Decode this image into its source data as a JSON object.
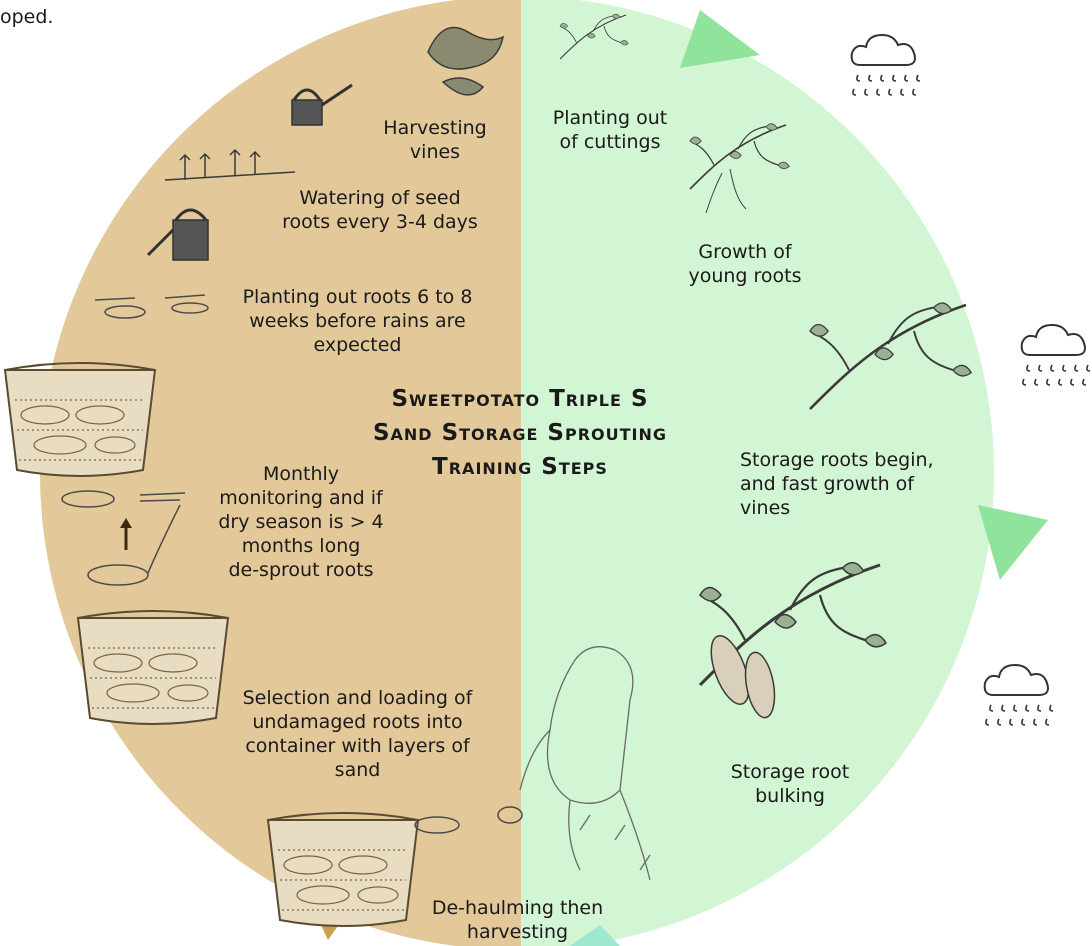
{
  "header_fragment": "oped.",
  "title_lines": [
    "Sweetpotato Triple S",
    "Sand Storage Sprouting",
    "Training Steps"
  ],
  "steps": {
    "harvesting_vines": [
      "Harvesting",
      "vines"
    ],
    "watering": [
      "Watering of seed",
      "roots every 3-4 days"
    ],
    "planting_roots": [
      "Planting out roots 6 to 8",
      "weeks before rains are",
      "expected"
    ],
    "monitoring": [
      "Monthly",
      "monitoring and if",
      "dry season is > 4",
      "months long",
      "de-sprout roots"
    ],
    "selection": [
      "Selection and loading of",
      "undamaged roots into",
      "container with layers of",
      "sand"
    ],
    "dehaulming": [
      "De-haulming then",
      "harvesting"
    ],
    "planting_cuttings": [
      "Planting out",
      "of cuttings"
    ],
    "young_roots": [
      "Growth of",
      "young roots"
    ],
    "storage_begin": [
      "Storage roots begin,",
      "and fast growth of",
      "vines"
    ],
    "bulking": [
      "Storage root",
      "bulking"
    ]
  },
  "colors": {
    "dry_half": "#e3c99a",
    "wet_half": "#d2f5d3",
    "dry_arrow": "#caa04c",
    "wet_arrow": "#8fe39b",
    "ink": "#4a4a4a"
  },
  "icons": [
    "watering-can-icon",
    "rain-cloud-icon",
    "sand-basket-icon",
    "plant-sketch-icon",
    "arrow-up-icon"
  ]
}
